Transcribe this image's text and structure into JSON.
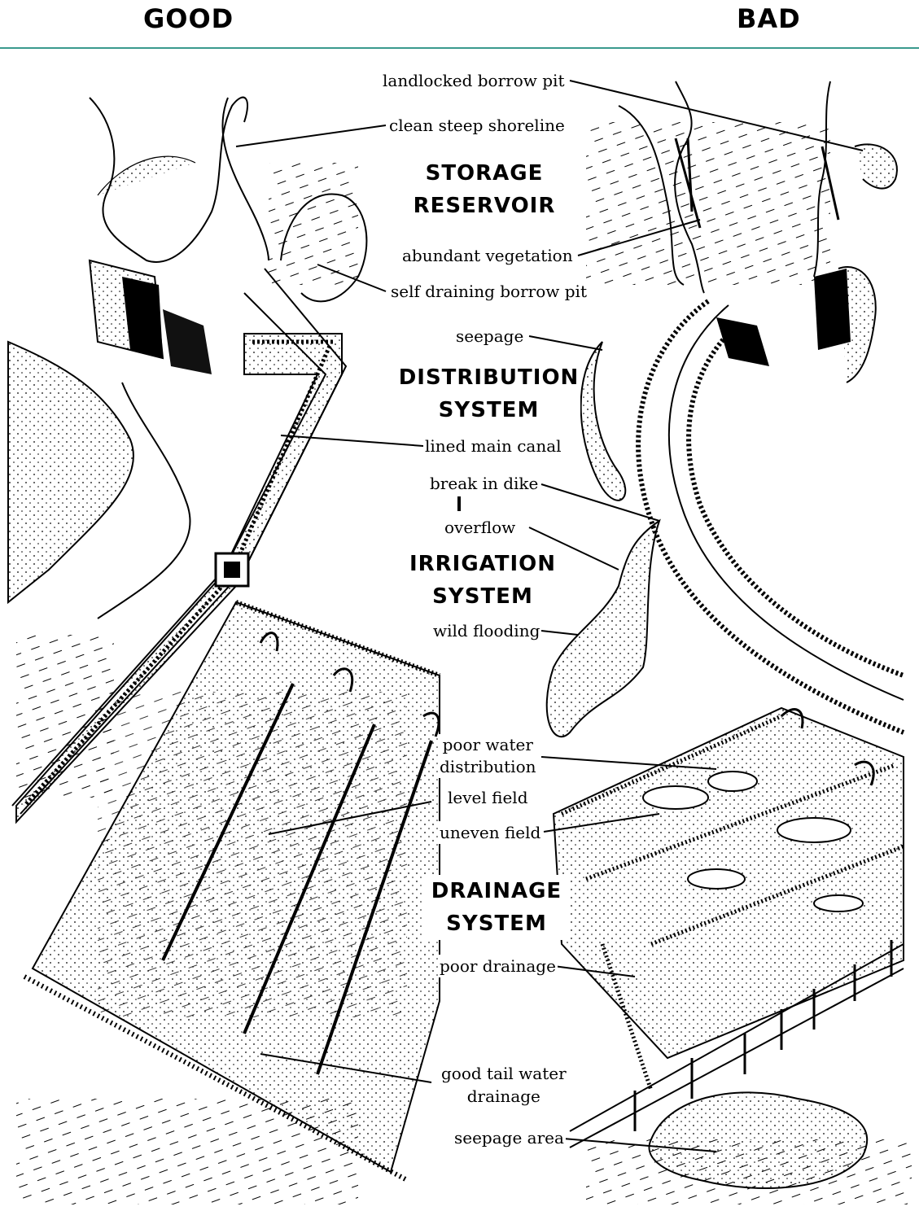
{
  "headers": {
    "good": "GOOD",
    "bad": "BAD"
  },
  "sections": {
    "storage_1": "STORAGE",
    "storage_2": "RESERVOIR",
    "distribution_1": "DISTRIBUTION",
    "distribution_2": "SYSTEM",
    "irrigation_1": "IRRIGATION",
    "irrigation_2": "SYSTEM",
    "drainage_1": "DRAINAGE",
    "drainage_2": "SYSTEM"
  },
  "labels": {
    "landlocked_borrow_pit": "landlocked borrow pit",
    "clean_steep_shoreline": "clean steep shoreline",
    "abundant_vegetation": "abundant vegetation",
    "self_draining_borrow_pit": "self draining borrow pit",
    "seepage": "seepage",
    "lined_main_canal": "lined main canal",
    "break_in_dike": "break in dike",
    "overflow": "overflow",
    "wild_flooding": "wild flooding",
    "poor_water_1": "poor water",
    "poor_water_2": "distribution",
    "level_field": "level field",
    "uneven_field": "uneven field",
    "poor_drainage": "poor drainage",
    "good_tail_1": "good tail water",
    "good_tail_2": "drainage",
    "seepage_area": "seepage area"
  },
  "colors": {
    "rule": "#3a9a8e",
    "ink": "#000000"
  }
}
